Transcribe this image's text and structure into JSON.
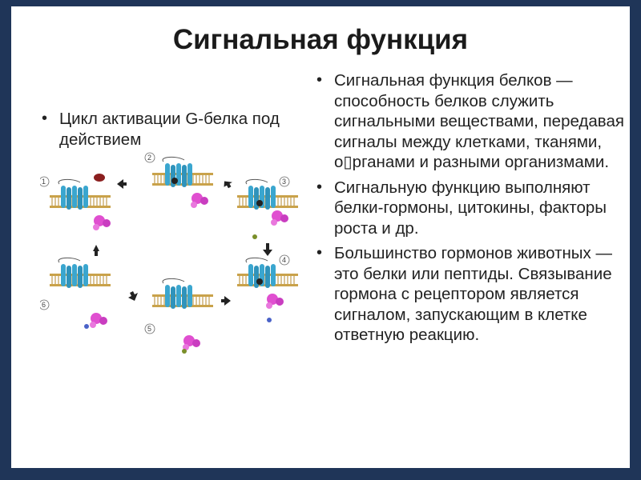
{
  "slide": {
    "title": "Сигнальная функция",
    "left_bullets": [
      "Цикл активации G-белка под действием"
    ],
    "right_bullets": [
      "Сигнальная функция белков — способность белков служить сигнальными веществами, передавая сигналы между клетками, тканями, о▯рганами и разными организмами.",
      "Сигнальную функцию выполняют белки-гормоны, цитокины, факторы роста и др.",
      "Большинство гормонов животных — это белки или пептиды. Связывание гормона с рецептором является сигналом, запускающим в клетке ответную реакцию."
    ],
    "diagram_step_labels": [
      "1",
      "2",
      "3",
      "4",
      "5",
      "6"
    ],
    "colors": {
      "frame": "#1f3558",
      "receptor": "#3aa6cf",
      "g_protein": "#e04fd0",
      "membrane": "#c9a24a"
    }
  }
}
